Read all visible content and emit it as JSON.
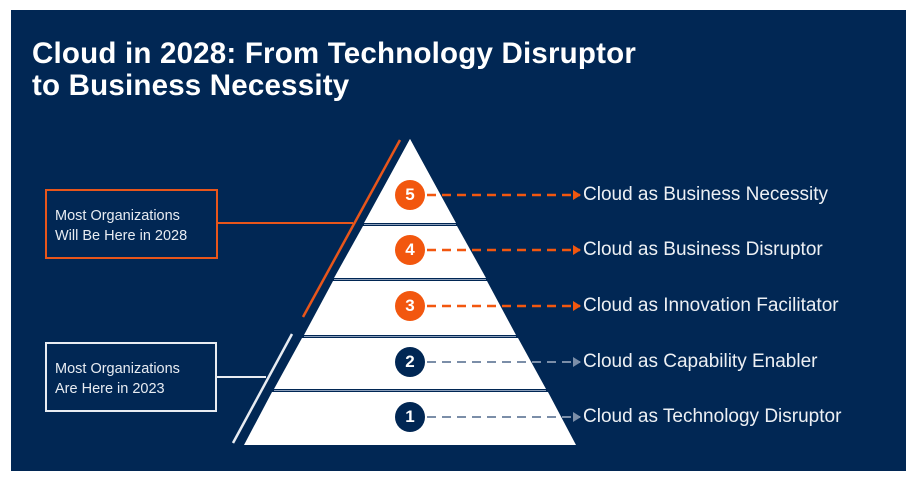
{
  "title": {
    "line1": "Cloud in 2028: From Technology Disruptor",
    "line2": "to Business Necessity"
  },
  "colors": {
    "background": "#012754",
    "accent": "#f2570f",
    "muted_arrow": "#7b8ea8",
    "pyramid": "#ffffff"
  },
  "callouts": {
    "future": {
      "line1": "Most Organizations",
      "line2": "Will Be Here in 2028",
      "levels": [
        3,
        4,
        5
      ],
      "color": "#e8561b"
    },
    "current": {
      "line1": "Most Organizations",
      "line2": "Are Here in 2023",
      "levels": [
        1,
        2
      ],
      "color": "#e8ecf2"
    }
  },
  "levels": [
    {
      "number": "5",
      "label": "Cloud as Business Necessity",
      "highlight": true
    },
    {
      "number": "4",
      "label": "Cloud as Business Disruptor",
      "highlight": true
    },
    {
      "number": "3",
      "label": "Cloud as Innovation Facilitator",
      "highlight": true
    },
    {
      "number": "2",
      "label": "Cloud as Capability Enabler",
      "highlight": false
    },
    {
      "number": "1",
      "label": "Cloud as Technology Disruptor",
      "highlight": false
    }
  ]
}
